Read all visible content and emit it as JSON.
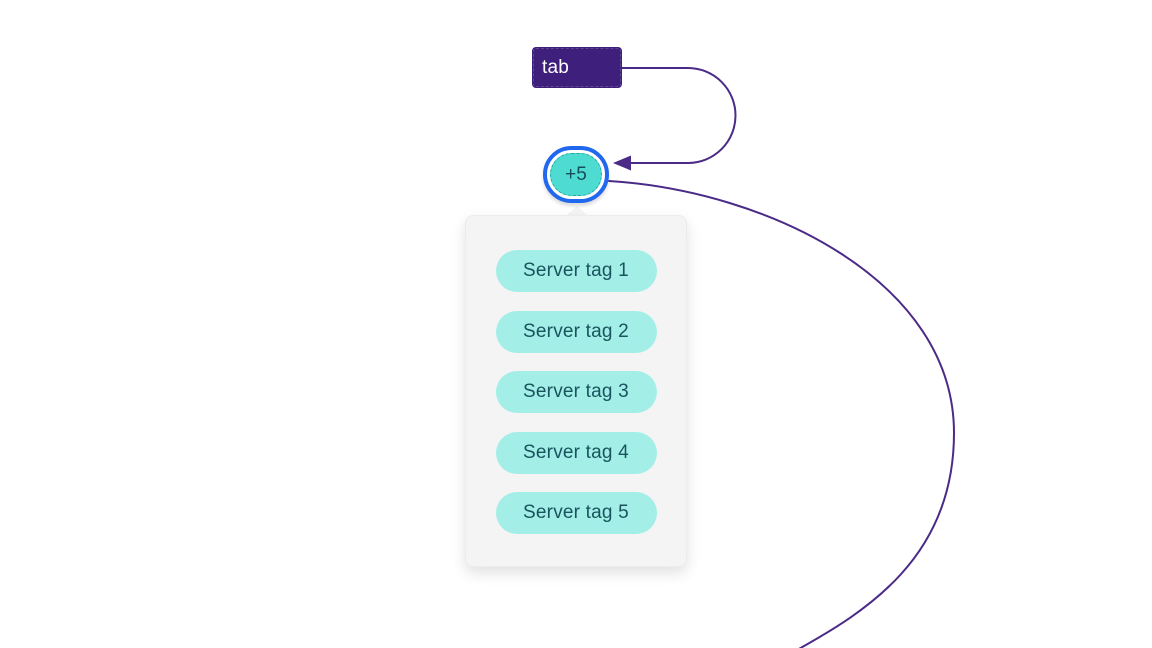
{
  "tab": {
    "label": "tab"
  },
  "overflow_badge": {
    "label": "+5"
  },
  "popover": {
    "tags": [
      "Server tag 1",
      "Server tag 2",
      "Server tag 3",
      "Server tag 4",
      "Server tag 5"
    ]
  },
  "colors": {
    "connector": "#4b2b87",
    "tab_bg": "#3e1f7c",
    "tab_text": "#ffffff",
    "badge_ring": "#2268ef",
    "badge_fill": "#4edcd2",
    "badge_text": "#154e5a",
    "tag_bg": "#a3efe7",
    "tag_text": "#19545e",
    "popover_bg": "#f4f4f4"
  }
}
